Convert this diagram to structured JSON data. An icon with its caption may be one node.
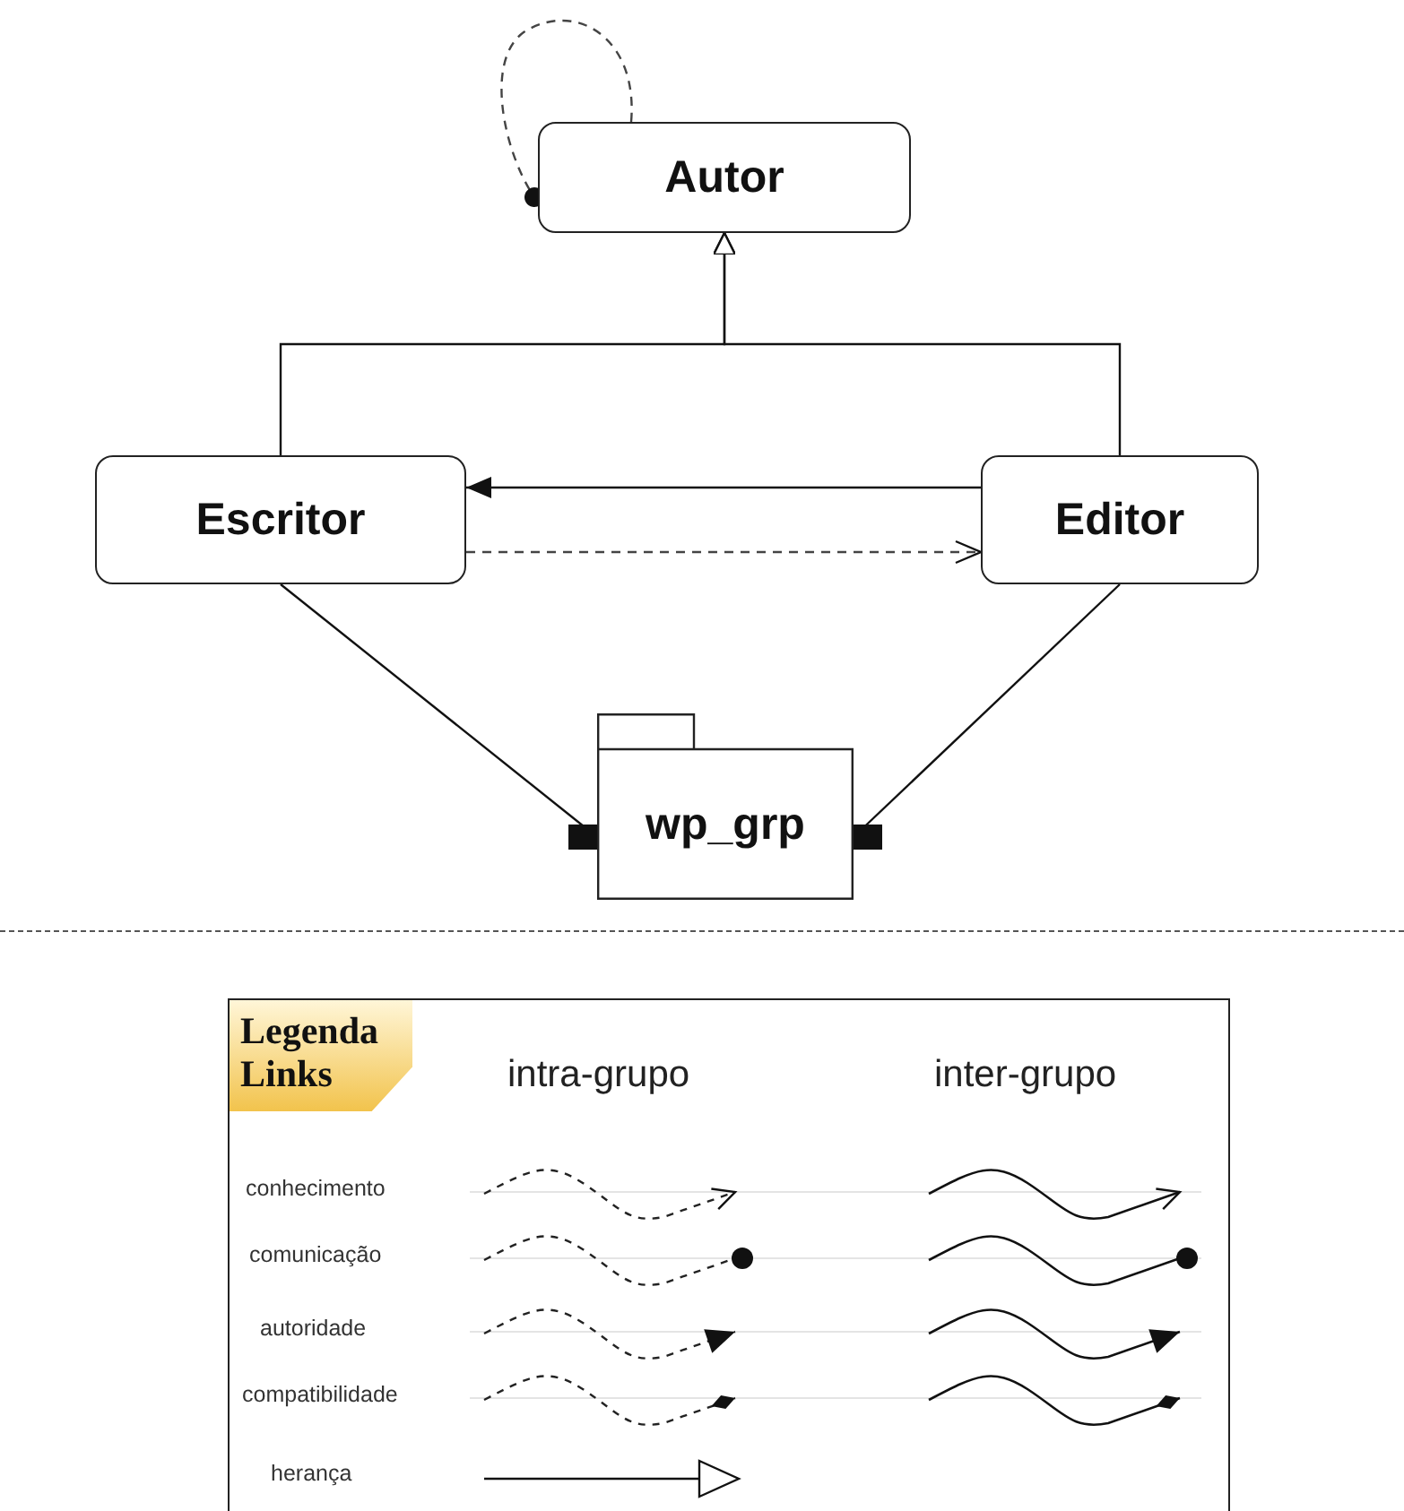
{
  "diagram": {
    "nodes": [
      {
        "text": [
          "Autor"
        ]
      },
      {
        "text": [
          "Escritor"
        ]
      },
      {
        "text": [
          "Editor"
        ]
      },
      {
        "text": [
          "wp_grp"
        ]
      }
    ],
    "edges": [
      {
        "from": 0,
        "to": 0,
        "arrow": "other",
        "style": "dashed"
      },
      {
        "from": 1,
        "to": 0,
        "arrow": "to"
      },
      {
        "from": 2,
        "to": 0,
        "arrow": "to"
      },
      {
        "from": 2,
        "to": 1,
        "arrow": "to"
      },
      {
        "from": 1,
        "to": 2,
        "arrow": "to",
        "style": "dashed"
      },
      {
        "from": 1,
        "to": 3,
        "arrow": "other"
      },
      {
        "from": 2,
        "to": 3,
        "arrow": "other"
      }
    ],
    "labels": [
      "Legenda Links",
      "intra-grupo",
      "inter-grupo"
    ],
    "legend": [
      {
        "text": "conhecimento"
      },
      {
        "text": "comunicação"
      },
      {
        "text": "autoridade"
      },
      {
        "text": "compatibilidade"
      },
      {
        "text": "herança"
      }
    ]
  }
}
